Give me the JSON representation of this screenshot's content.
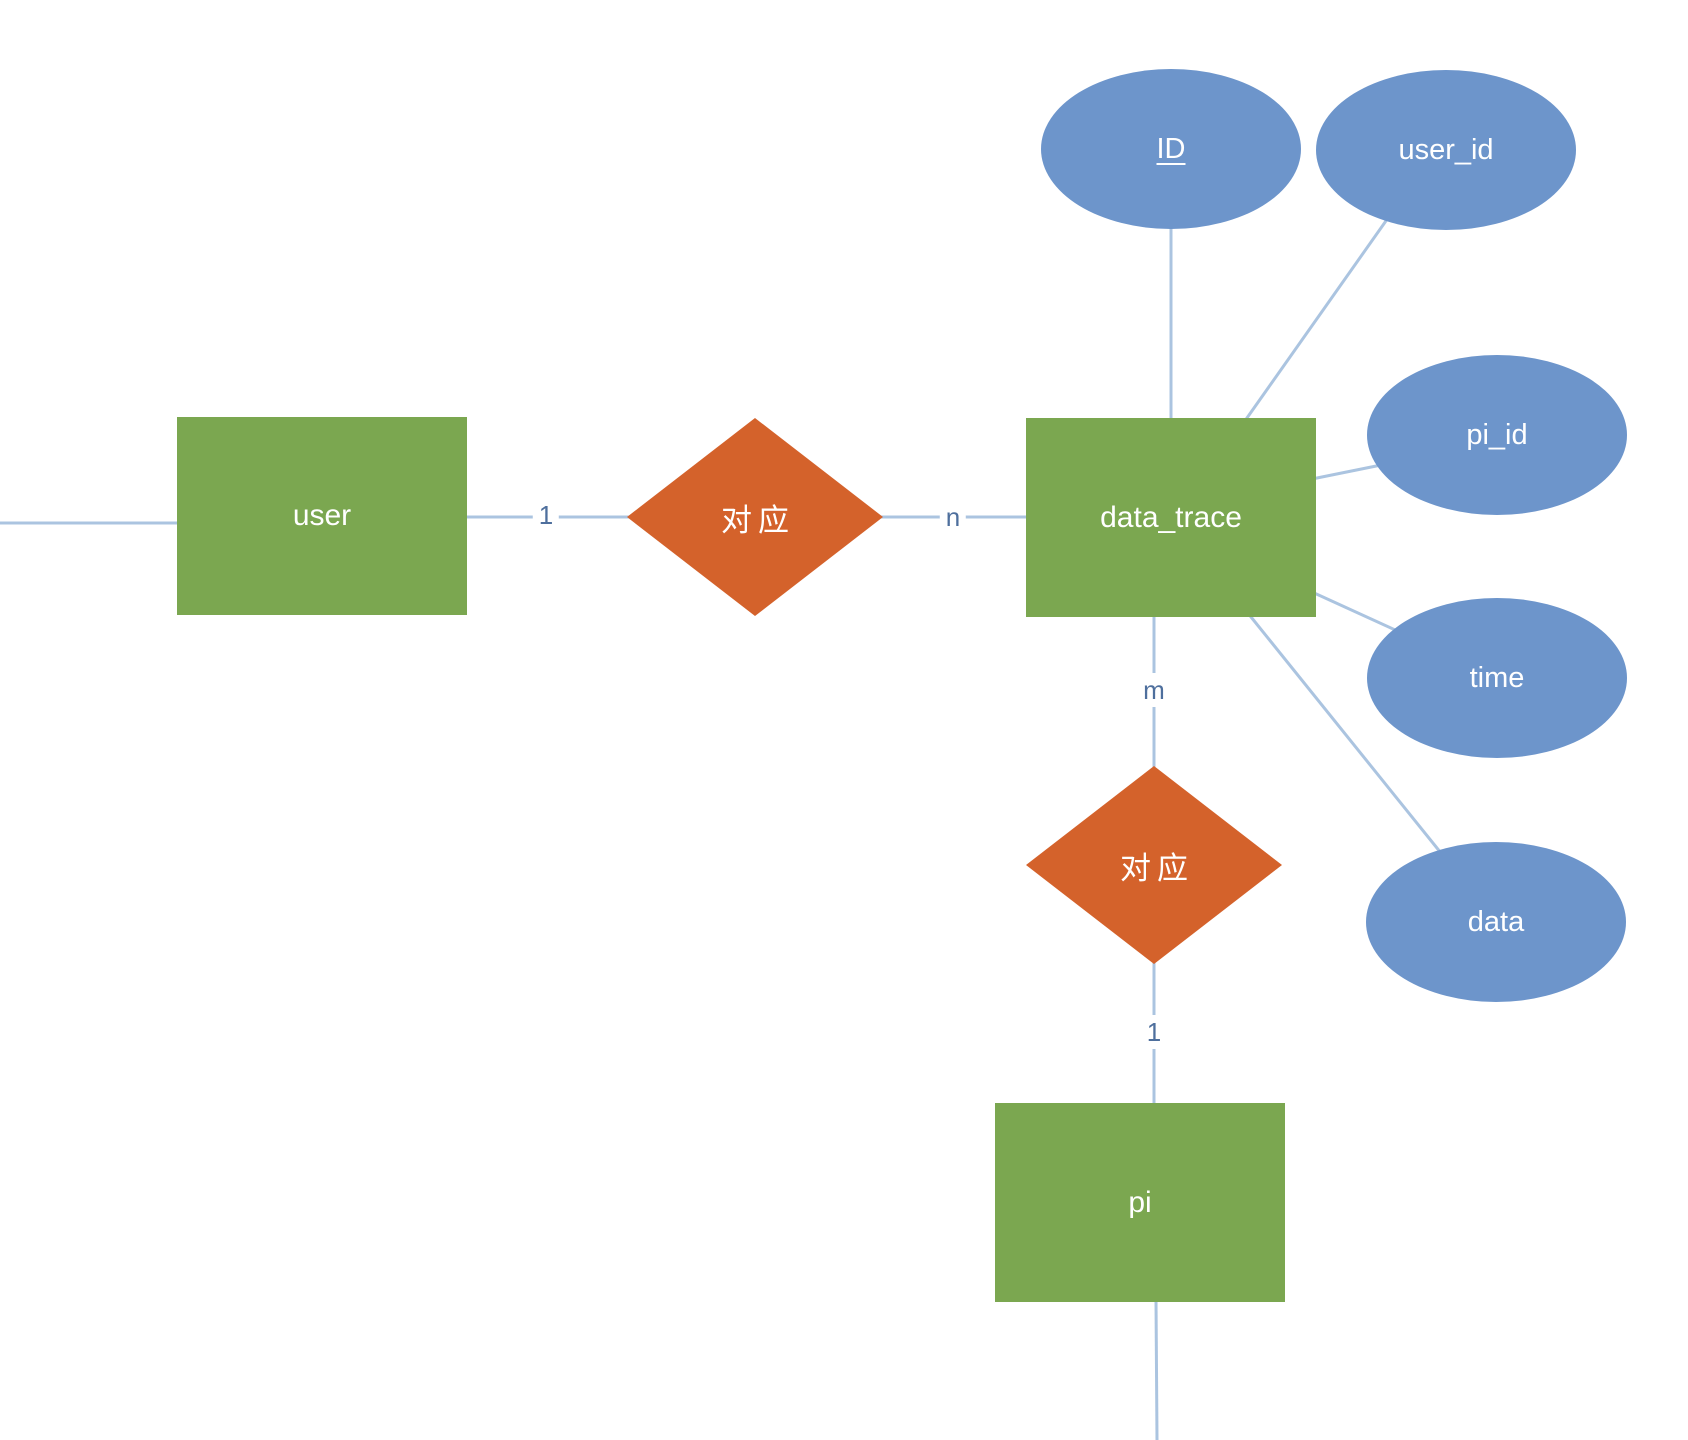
{
  "diagram": {
    "kind": "entity-relationship-diagram",
    "colors": {
      "entity_fill": "#7BA750",
      "relationship_fill": "#D4622B",
      "attribute_fill": "#6D95CB",
      "connector_line": "#ABC4E0",
      "cardinality_text": "#4E6F9D",
      "shape_text": "#FFFFFF",
      "background": "#FFFFFF"
    },
    "entities": [
      {
        "label": "user"
      },
      {
        "label": "data_trace"
      },
      {
        "label": "pi"
      }
    ],
    "relationships": [
      {
        "label": "对应"
      },
      {
        "label": "对应"
      }
    ],
    "attributes": [
      {
        "label": "ID",
        "primary_key": true
      },
      {
        "label": "user_id"
      },
      {
        "label": "pi_id"
      },
      {
        "label": "time"
      },
      {
        "label": "data"
      }
    ],
    "cardinalities": [
      {
        "label": "1"
      },
      {
        "label": "n"
      },
      {
        "label": "m"
      },
      {
        "label": "1"
      }
    ]
  }
}
